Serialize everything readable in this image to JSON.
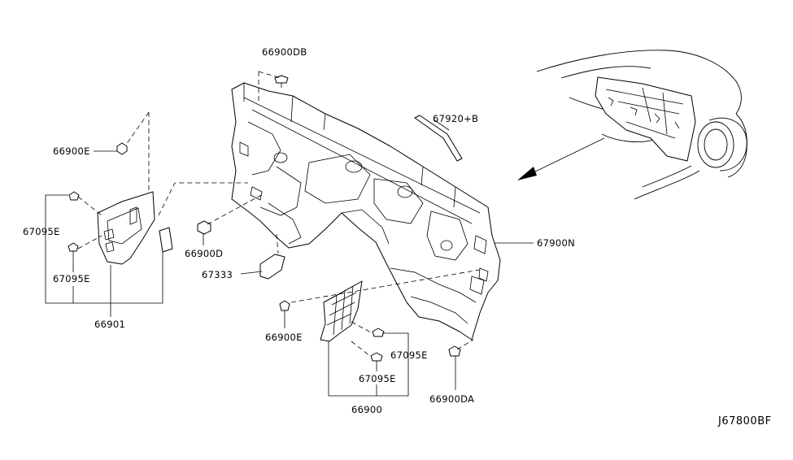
{
  "labels": {
    "p66900DB": "66900DB",
    "p66900E_top": "66900E",
    "p67920B": "67920+B",
    "p67095E_a": "67095E",
    "p67095E_b": "67095E",
    "p66900D": "66900D",
    "p67333": "67333",
    "p67900N": "67900N",
    "p66901": "66901",
    "p66900E_bottom": "66900E",
    "p67095E_c": "67095E",
    "p67095E_d": "67095E",
    "p66900DA": "66900DA",
    "p66900": "66900"
  },
  "diagram_code": "J67800BF"
}
